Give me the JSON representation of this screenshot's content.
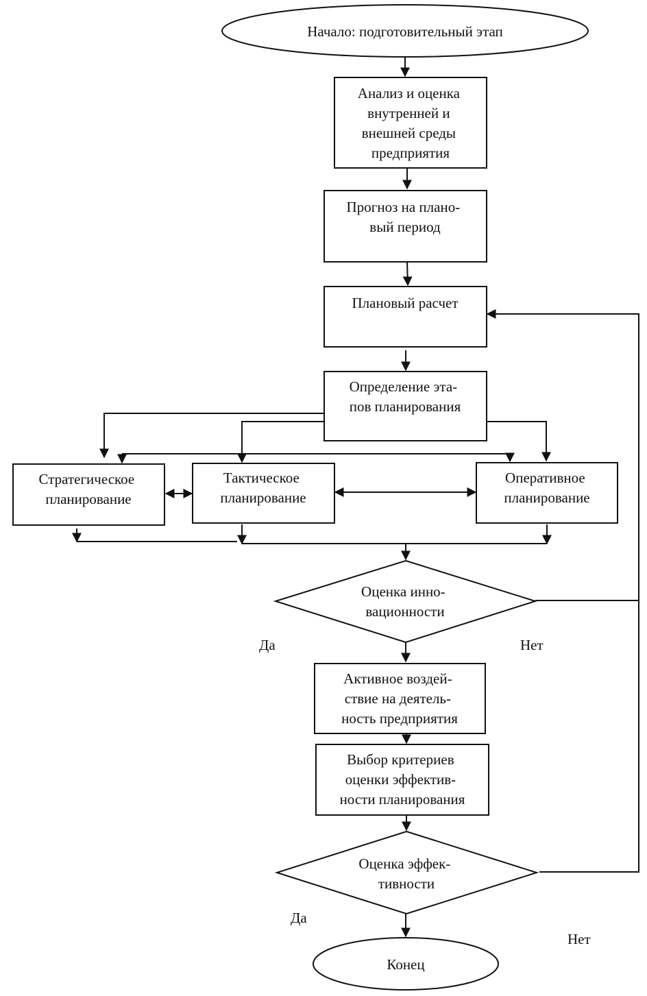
{
  "flowchart": {
    "start": "Начало: подготовительный этап",
    "analysis": [
      "Анализ и оценка",
      "внутренней и",
      "внешней среды",
      "предприятия"
    ],
    "forecast": [
      "Прогноз на плано-",
      "вый период"
    ],
    "calculation": [
      "Плановый расчет"
    ],
    "stages": [
      "Определение эта-",
      "пов планирования"
    ],
    "strategic": [
      "Стратегическое",
      "планирование"
    ],
    "tactical": [
      "Тактическое",
      "планирование"
    ],
    "operational": [
      "Оперативное",
      "планирование"
    ],
    "innovation_check": [
      "Оценка инно-",
      "вационности"
    ],
    "active_impact": [
      "Активное воздей-",
      "ствие на деятель-",
      "ность предприятия"
    ],
    "criteria": [
      "Выбор критериев",
      "оценки эффектив-",
      "ности планирования"
    ],
    "efficiency_check": [
      "Оценка эффек-",
      "тивности"
    ],
    "end": "Конец",
    "labels": {
      "yes_1": "Да",
      "no_1": "Нет",
      "yes_2": "Да",
      "no_2": "Нет"
    }
  }
}
